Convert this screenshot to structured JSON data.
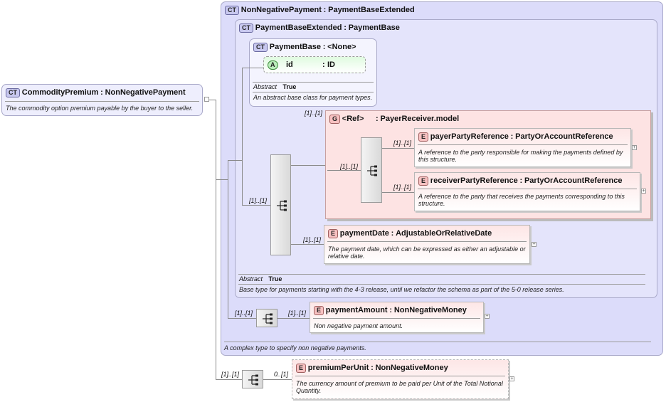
{
  "commodity_premium": {
    "badge": "CT",
    "name": "CommodityPremium",
    "type": "NonNegativePayment",
    "desc": "The commodity option premium payable by the buyer to the seller."
  },
  "non_negative_payment": {
    "badge": "CT",
    "name": "NonNegativePayment",
    "type": "PaymentBaseExtended",
    "desc": "A complex type to specify non negative payments."
  },
  "payment_base_extended": {
    "badge": "CT",
    "name": "PaymentBaseExtended",
    "type": "PaymentBase",
    "abstract_label": "Abstract",
    "abstract_value": "True",
    "desc": "Base type for payments starting with the 4-3 release, until we refactor the schema as part of the 5-0 release series."
  },
  "payment_base": {
    "badge": "CT",
    "name": "PaymentBase",
    "type": "<None>",
    "abstract_label": "Abstract",
    "abstract_value": "True",
    "desc": "An abstract base class for payment types."
  },
  "attr_id": {
    "badge": "A",
    "name": "id",
    "type": "ID"
  },
  "group_ref": {
    "badge": "G",
    "name": "<Ref>",
    "type": "PayerReceiver.model",
    "card": "[1]..[1]"
  },
  "payer_party": {
    "badge": "E",
    "name": "payerPartyReference",
    "type": "PartyOrAccountReference",
    "card": "[1]..[1]",
    "desc": "A reference to the party responsible for making the payments defined by this structure."
  },
  "receiver_party": {
    "badge": "E",
    "name": "receiverPartyReference",
    "type": "PartyOrAccountReference",
    "card": "[1]..[1]",
    "desc": "A reference to the party that receives the payments corresponding to this structure."
  },
  "payment_date": {
    "badge": "E",
    "name": "paymentDate",
    "type": "AdjustableOrRelativeDate",
    "card": "[1]..[1]",
    "desc": "The payment date, which can be expressed as either an adjustable or relative date."
  },
  "payment_amount": {
    "badge": "E",
    "name": "paymentAmount",
    "type": "NonNegativeMoney",
    "card": "[1]..[1]",
    "desc": "Non negative payment amount."
  },
  "premium_per_unit": {
    "badge": "E",
    "name": "premiumPerUnit",
    "type": "NonNegativeMoney",
    "card": "0..[1]",
    "desc": "The currency amount of premium to be paid per Unit of the Total Notional Quantity."
  },
  "seq_cards": {
    "main_seq": "[1]..[1]",
    "amount_seq": "[1]..[1]",
    "outer_seq": "[1]..[1]",
    "group_seq": "[1]..[1]"
  },
  "symbols": {
    "colon": ":",
    "plus": "+"
  }
}
